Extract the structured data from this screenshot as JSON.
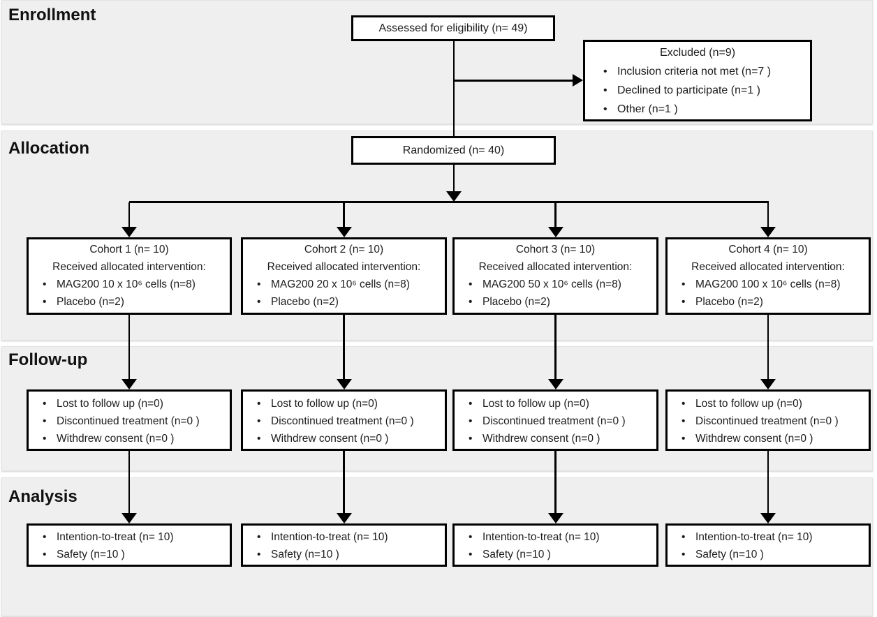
{
  "sections": {
    "enrollment": "Enrollment",
    "allocation": "Allocation",
    "followup": "Follow-up",
    "analysis": "Analysis"
  },
  "enrollment": {
    "assessed_label": "Assessed for eligibility (n= 49)",
    "excluded": {
      "title": "Excluded (n=9)",
      "items": [
        "Inclusion criteria not met (n=7 )",
        "Declined to participate (n=1 )",
        "Other (n=1 )"
      ]
    }
  },
  "allocation": {
    "randomized_label": "Randomized (n= 40)"
  },
  "columns": [
    {
      "cohort": {
        "title": "Cohort 1 (n= 10)",
        "subtitle": "Received allocated intervention:",
        "items": [
          "MAG200 10 x 10⁶ cells (n=8)",
          "Placebo (n=2)"
        ]
      },
      "followup": {
        "items": [
          "Lost to follow up (n=0)",
          "Discontinued treatment (n=0 )",
          "Withdrew consent (n=0 )"
        ]
      },
      "analysis": {
        "items": [
          "Intention-to-treat (n= 10)",
          "Safety (n=10 )"
        ]
      }
    },
    {
      "cohort": {
        "title": "Cohort 2 (n= 10)",
        "subtitle": "Received allocated intervention:",
        "items": [
          "MAG200 20 x 10⁶ cells (n=8)",
          "Placebo (n=2)"
        ]
      },
      "followup": {
        "items": [
          "Lost to follow up (n=0)",
          "Discontinued treatment (n=0 )",
          "Withdrew consent (n=0 )"
        ]
      },
      "analysis": {
        "items": [
          "Intention-to-treat (n= 10)",
          "Safety (n=10 )"
        ]
      }
    },
    {
      "cohort": {
        "title": "Cohort 3 (n= 10)",
        "subtitle": "Received allocated intervention:",
        "items": [
          "MAG200 50 x 10⁶ cells (n=8)",
          "Placebo (n=2)"
        ]
      },
      "followup": {
        "items": [
          "Lost to follow up (n=0)",
          "Discontinued treatment (n=0 )",
          "Withdrew consent (n=0 )"
        ]
      },
      "analysis": {
        "items": [
          "Intention-to-treat (n= 10)",
          "Safety (n=10 )"
        ]
      }
    },
    {
      "cohort": {
        "title": "Cohort 4 (n= 10)",
        "subtitle": "Received allocated intervention:",
        "items": [
          "MAG200 100 x 10⁶ cells (n=8)",
          "Placebo (n=2)"
        ]
      },
      "followup": {
        "items": [
          "Lost to follow up (n=0)",
          "Discontinued treatment (n=0 )",
          "Withdrew consent (n=0 )"
        ]
      },
      "analysis": {
        "items": [
          "Intention-to-treat (n= 10)",
          "Safety (n=10 )"
        ]
      }
    }
  ],
  "colors": {
    "band_background": "#f0efef",
    "box_background": "#ffffff",
    "box_border_and_lines": "#000000",
    "page_background": "#ffffff",
    "text": "#1c1c1c"
  }
}
